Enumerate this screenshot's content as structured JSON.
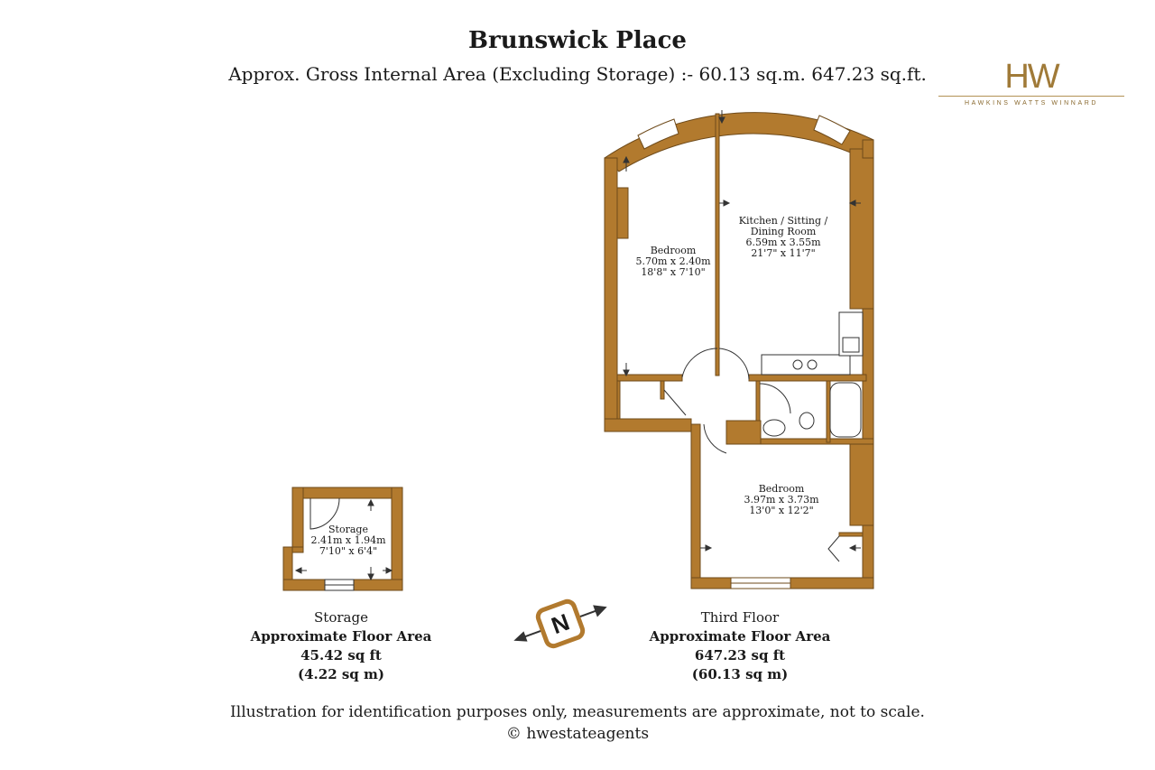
{
  "header": {
    "title": "Brunswick Place",
    "subtitle": "Approx. Gross Internal Area (Excluding Storage) :- 60.13 sq.m. 647.23 sq.ft."
  },
  "logo": {
    "mark": "HW",
    "name": "HAWKINS WATTS WINNARD",
    "color": "#a07a38"
  },
  "colors": {
    "wall": "#b27a2e",
    "wall_stroke": "#6e4a1a",
    "line": "#333333"
  },
  "rooms": {
    "bedroom1": {
      "name": "Bedroom",
      "metric": "5.70m x 2.40m",
      "imperial": "18'8\" x 7'10\""
    },
    "kitchen": {
      "name_line1": "Kitchen / Sitting /",
      "name_line2": "Dining Room",
      "metric": "6.59m x 3.55m",
      "imperial": "21'7\" x 11'7\""
    },
    "bedroom2": {
      "name": "Bedroom",
      "metric": "3.97m x 3.73m",
      "imperial": "13'0\" x 12'2\""
    },
    "storage": {
      "name": "Storage",
      "metric": "2.41m x 1.94m",
      "imperial": "7'10\" x 6'4\""
    }
  },
  "captions": {
    "storage": {
      "name": "Storage",
      "label": "Approximate Floor Area",
      "sqft": "45.42 sq ft",
      "sqm": "(4.22 sq m)"
    },
    "third_floor": {
      "name": "Third Floor",
      "label": "Approximate Floor Area",
      "sqft": "647.23 sq ft",
      "sqm": "(60.13 sq m)"
    }
  },
  "compass": {
    "letter": "N"
  },
  "footer": {
    "disclaimer": "Illustration for identification purposes only, measurements are approximate, not to scale.",
    "copyright": "© hwestateagents"
  }
}
